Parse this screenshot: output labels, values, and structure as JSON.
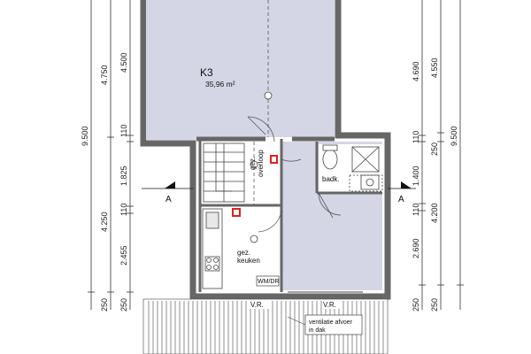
{
  "rooms": {
    "k3": {
      "name": "K3",
      "area": "35,96 m²"
    },
    "stair": {
      "label_line1": "gez.",
      "label_line2": "overloop"
    },
    "bath": {
      "label": "badk."
    },
    "kitchen": {
      "label_line1": "gez.",
      "label_line2": "keuken"
    }
  },
  "labels": {
    "wm_dr": "WM/DR",
    "vr_left": "V.R.",
    "vr_right": "V.R.",
    "vent_line1": "ventilatie afvoer",
    "vent_line2": "in dak",
    "section_left": "A",
    "section_right": "A"
  },
  "dimensions": {
    "left_inner": [
      "4.500",
      "110",
      "1.825",
      "110",
      "2.455",
      "250"
    ],
    "left_outer": [
      "4.750",
      "4.250",
      "250"
    ],
    "left_total": "9.500",
    "right_inner": [
      "4.690",
      "110",
      "1.400",
      "110",
      "2.690",
      "250"
    ],
    "right_outer": [
      "4.550",
      "250",
      "4.200",
      "250"
    ],
    "right_total": "9.500"
  },
  "colors": {
    "room_fill": "#d4d6e6",
    "wall": "#666666",
    "dim_line": "#333333",
    "exit_sign": "#e02020"
  }
}
